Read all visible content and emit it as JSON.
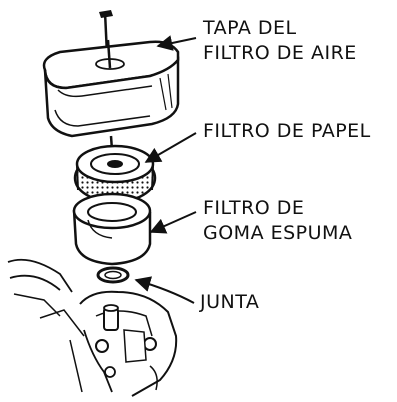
{
  "labels": {
    "tapa": [
      "TAPA DEL",
      "FILTRO DE AIRE"
    ],
    "papel": [
      "FILTRO DE PAPEL"
    ],
    "goma": [
      "FILTRO DE",
      "GOMA ESPUMA"
    ],
    "junta": [
      "JUNTA"
    ]
  },
  "colors": {
    "ink": "#111111",
    "background": "#ffffff"
  }
}
